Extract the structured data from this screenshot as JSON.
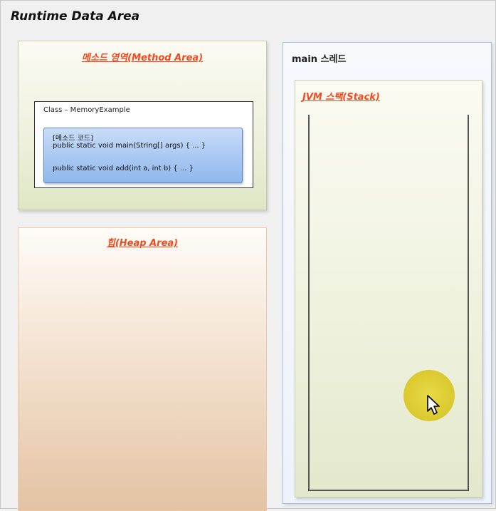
{
  "title": "Runtime Data Area",
  "method_area": {
    "label": "메소드 영역(Method Area)",
    "class_box": {
      "name": "Class – MemoryExample",
      "code": {
        "header": "[메소드 코드]",
        "line1": "public static void main(String[] args) { ... }",
        "line2": "public static void add(int a, int b) { ... }"
      }
    }
  },
  "heap_area": {
    "label": "힙(Heap Area)"
  },
  "thread": {
    "label": "main 스레드",
    "stack_label": "JVM 스택(Stack)"
  },
  "colors": {
    "area_label": "#f24a1e",
    "code_box": "#8fb7ee",
    "cursor_highlight": "#e0cf28"
  },
  "icons": {
    "cursor": "mouse-pointer-icon"
  }
}
